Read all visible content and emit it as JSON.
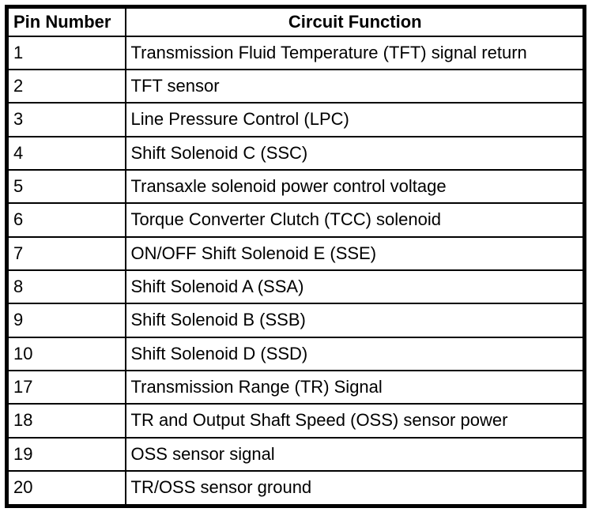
{
  "table": {
    "headers": {
      "pin": "Pin Number",
      "function": "Circuit Function"
    },
    "rows": [
      {
        "pin": "1",
        "function": "Transmission Fluid Temperature (TFT) signal return"
      },
      {
        "pin": "2",
        "function": "TFT sensor"
      },
      {
        "pin": "3",
        "function": "Line Pressure Control (LPC)"
      },
      {
        "pin": "4",
        "function": "Shift Solenoid C (SSC)"
      },
      {
        "pin": "5",
        "function": "Transaxle solenoid power control voltage"
      },
      {
        "pin": "6",
        "function": "Torque Converter Clutch (TCC) solenoid"
      },
      {
        "pin": "7",
        "function": "ON/OFF Shift Solenoid E (SSE)"
      },
      {
        "pin": "8",
        "function": "Shift Solenoid A (SSA)"
      },
      {
        "pin": "9",
        "function": "Shift Solenoid B (SSB)"
      },
      {
        "pin": "10",
        "function": "Shift Solenoid D (SSD)"
      },
      {
        "pin": "17",
        "function": "Transmission Range (TR) Signal"
      },
      {
        "pin": "18",
        "function": "TR and Output Shaft Speed (OSS) sensor power"
      },
      {
        "pin": "19",
        "function": "OSS sensor signal"
      },
      {
        "pin": "20",
        "function": "TR/OSS sensor ground"
      }
    ],
    "colors": {
      "border": "#000000",
      "background": "#ffffff",
      "text": "#000000"
    }
  }
}
